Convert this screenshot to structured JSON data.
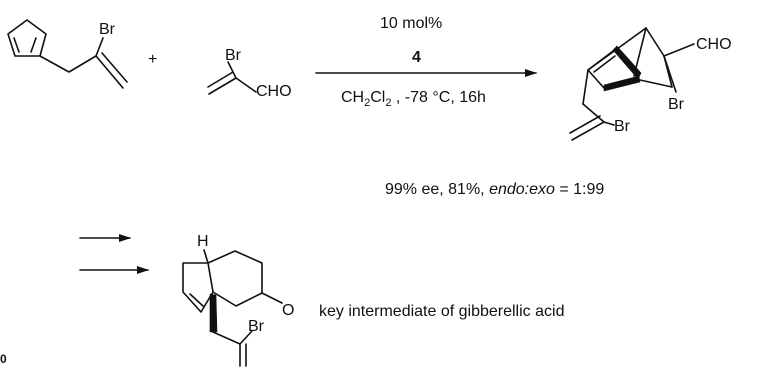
{
  "reaction": {
    "reactant1": {
      "atom_br": "Br"
    },
    "plus": "+",
    "reactant2": {
      "atom_br": "Br",
      "group_cho": "CHO"
    },
    "catalyst_loading": "10 mol%",
    "catalyst_number": "4",
    "conditions": {
      "solvent_prefix": "CH",
      "solvent_sub1": "2",
      "solvent_mid": "Cl",
      "solvent_sub2": "2",
      "solvent_rest": " ,  -78 °C, 16h"
    },
    "product": {
      "group_cho": "CHO",
      "atom_br_ring": "Br",
      "atom_br_chain": "Br"
    },
    "outcome": {
      "prefix": "99% ee, 81%, ",
      "selectivity_label": "endo:exo",
      "suffix": " = 1:99"
    }
  },
  "intermediate": {
    "atom_h": "H",
    "atom_o": "O",
    "atom_br": "Br",
    "caption": "key intermediate of gibberellic acid"
  },
  "corner_label": "0"
}
